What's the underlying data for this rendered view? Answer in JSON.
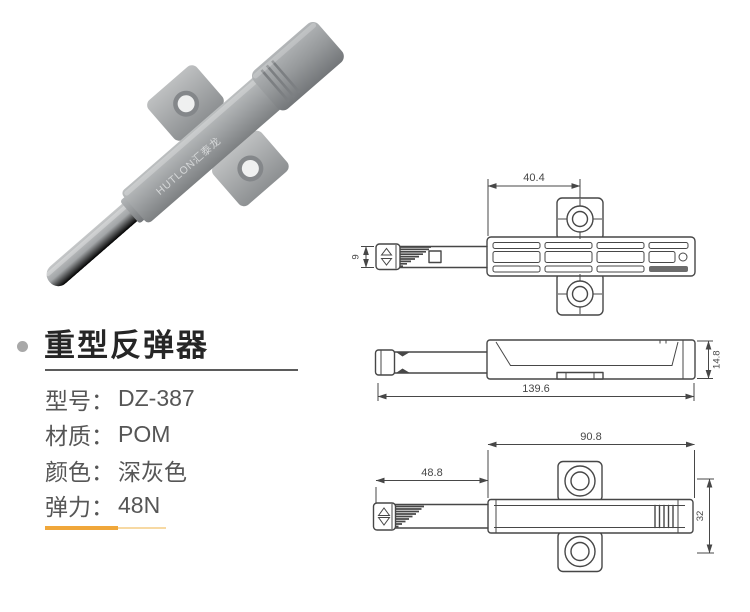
{
  "theme": {
    "bg": "#ffffff",
    "line_color": "#474747",
    "text_color": "#565656",
    "title_color": "#262626",
    "accent_strong": "#f0a73a",
    "accent_soft": "#f7d9a3",
    "bullet_color": "#a8a8a8",
    "product_gray": "#9fa2a4"
  },
  "product_photo": {
    "brand_engraving": "HUTLON汇泰龙"
  },
  "info": {
    "title": "重型反弹器",
    "specs": [
      {
        "label": "型号：",
        "value": "DZ-387"
      },
      {
        "label": "材质：",
        "value": "POM"
      },
      {
        "label": "颜色：",
        "value": "深灰色"
      },
      {
        "label": "弹力：",
        "value": "48N"
      }
    ]
  },
  "drawings": {
    "top_view": {
      "dim_hole_offset": "40.4",
      "dim_tip": "9"
    },
    "side_view": {
      "dim_length": "139.6",
      "dim_height": "14.8"
    },
    "bottom_view": {
      "dim_body": "90.8",
      "dim_rod": "48.8",
      "dim_hole_span": "32"
    }
  }
}
